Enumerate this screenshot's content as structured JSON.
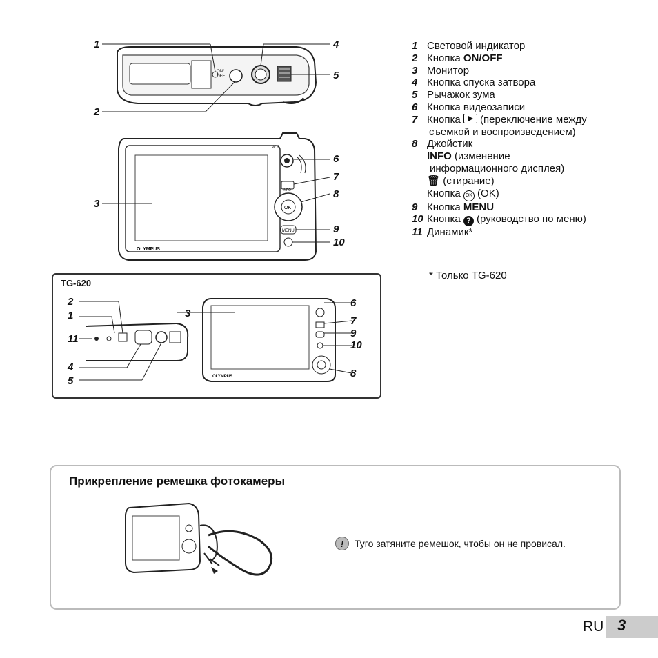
{
  "legend": {
    "items": [
      {
        "n": "1",
        "text": "Световой индикатор"
      },
      {
        "n": "2",
        "text_pre": "Кнопка ",
        "text_bold": "ON/OFF"
      },
      {
        "n": "3",
        "text": "Монитор"
      },
      {
        "n": "4",
        "text": "Кнопка спуска затвора"
      },
      {
        "n": "5",
        "text": "Рычажок зума"
      },
      {
        "n": "6",
        "text": "Кнопка видеозаписи"
      },
      {
        "n": "7",
        "text_pre": "Кнопка ",
        "text_post": " (переключение между",
        "line2": "съемкой и воспроизведением)"
      },
      {
        "n": "8",
        "text": "Джойстик"
      },
      {
        "n": "9",
        "text_pre": "Кнопка ",
        "text_bold": "MENU"
      },
      {
        "n": "10",
        "text_pre": "Кнопка ",
        "text_post": " (руководство по меню)"
      },
      {
        "n": "11",
        "text": "Динамик*"
      }
    ],
    "joystick": {
      "info_bold": "INFO",
      "info_rest": " (изменение",
      "info_line2": "информационного дисплея)",
      "trash": "(стирание)",
      "ok_pre": "Кнопка ",
      "ok_glyph": "OK",
      "ok_post": " (OK)"
    }
  },
  "footnote": "* Только TG-620",
  "diagram": {
    "callouts_top": [
      "1",
      "4",
      "5",
      "2"
    ],
    "callouts_back": [
      "6",
      "7",
      "8",
      "3",
      "9",
      "10"
    ],
    "brand": "OLYMPUS",
    "on_off": "ON/\nOFF",
    "info_lbl": "INFO",
    "menu_lbl": "MENU",
    "ok_lbl": "OK",
    "zoom_lbl": "W  T"
  },
  "tg620": {
    "label": "TG-620",
    "callouts_left": [
      "2",
      "1",
      "11",
      "4",
      "5"
    ],
    "callouts_right": [
      "3",
      "6",
      "7",
      "9",
      "10",
      "8"
    ]
  },
  "strap": {
    "title": "Прикрепление ремешка фотокамеры",
    "note_icon": "!",
    "note": "Туго затяните ремешок, чтобы он не провисал."
  },
  "footer": {
    "lang": "RU",
    "page": "3"
  },
  "colors": {
    "box_border": "#333333",
    "strap_border": "#bbbbbb",
    "page_tab": "#cccccc"
  }
}
